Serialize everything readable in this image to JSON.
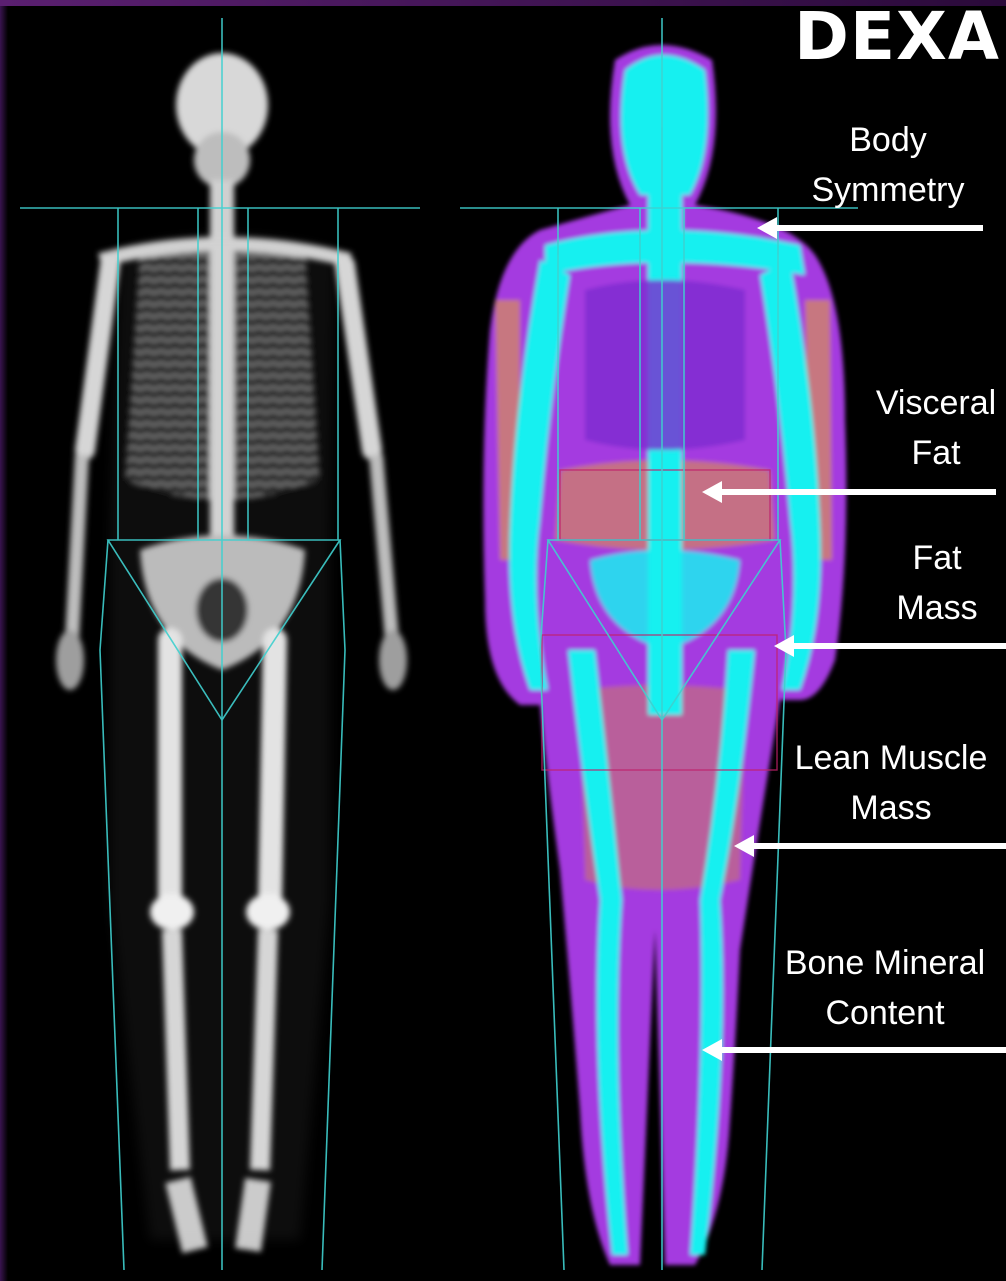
{
  "title": "DEXA",
  "labels": [
    {
      "line1": "Body",
      "line2": "Symmetry"
    },
    {
      "line1": "Visceral",
      "line2": "Fat"
    },
    {
      "line1": "Fat",
      "line2": "Mass"
    },
    {
      "line1": "Lean Muscle",
      "line2": "Mass"
    },
    {
      "line1": "Bone Mineral",
      "line2": "Content"
    }
  ],
  "colors": {
    "guide_lines": "#3fd0cf",
    "bone_scan": "#e6e6e6",
    "lean": "#19f0f0",
    "fat": "#b14be0",
    "fat_dense": "#e09a3a",
    "region_box": "#c0206a"
  }
}
